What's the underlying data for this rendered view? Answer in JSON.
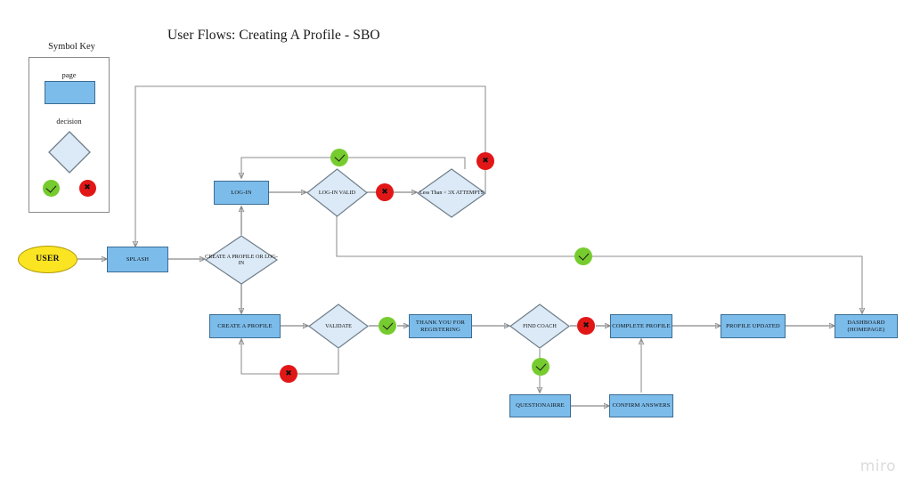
{
  "page": {
    "title": "User Flows: Creating A Profile - SBO",
    "watermark": "miro",
    "background": "#ffffff"
  },
  "colors": {
    "page_fill": "#7cbceb",
    "page_stroke": "#3b6d93",
    "decision_fill": "#dceaf7",
    "decision_stroke": "#6e7d89",
    "start_fill": "#fbe523",
    "start_stroke": "#b09a05",
    "yes_marker": "#76cc2e",
    "no_marker": "#e11717",
    "connector": "#8d8d8d",
    "key_border": "#8a8a8a"
  },
  "symbol_key": {
    "title": "Symbol Key",
    "page_label": "page",
    "decision_label": "decision",
    "yes_icon": "check-icon",
    "no_icon": "cross-icon"
  },
  "nodes": {
    "user": "USER",
    "splash": "SPLASH",
    "login": "LOG-IN",
    "create_or_login": "CREATE A PROFILE OR LOG-IN",
    "login_valid": "LOG-IN VALID",
    "less_than_3x": "Less Than < 3X ATTEMPTS",
    "create_a_profile": "CREATE A PROFILE",
    "validate": "VALIDATE",
    "thank_you": "THANK YOU FOR REGISTERING",
    "find_coach": "FIND COACH",
    "complete_profile": "COMPLETE PROFILE",
    "profile_updated": "PROFILE UPDATED",
    "dashboard": "DASHBOARD (HOMEPAGE)",
    "questionairre": "QUESTIONAIRRE",
    "confirm_answers": "CONFIRM ANSWERS"
  },
  "markers": [
    {
      "id": "login-valid-yes",
      "type": "yes",
      "icon": "check-icon"
    },
    {
      "id": "login-valid-no",
      "type": "no",
      "icon": "cross-icon"
    },
    {
      "id": "attempts-no",
      "type": "no",
      "icon": "cross-icon"
    },
    {
      "id": "dashboard-yes",
      "type": "yes",
      "icon": "check-icon"
    },
    {
      "id": "validate-yes",
      "type": "yes",
      "icon": "check-icon"
    },
    {
      "id": "validate-no",
      "type": "no",
      "icon": "cross-icon"
    },
    {
      "id": "find-coach-no",
      "type": "no",
      "icon": "cross-icon"
    },
    {
      "id": "find-coach-yes",
      "type": "yes",
      "icon": "check-icon"
    }
  ]
}
